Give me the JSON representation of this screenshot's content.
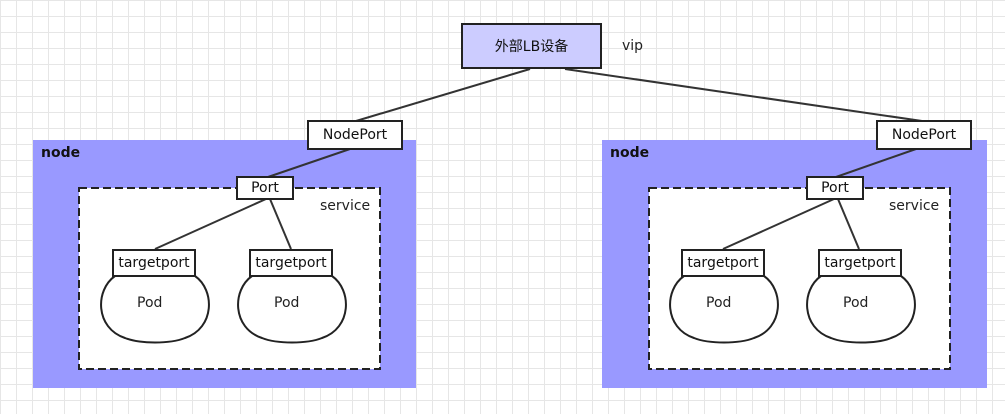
{
  "lb": {
    "label": "外部LB设备",
    "vip_label": "vip"
  },
  "colors": {
    "lb_fill": "#ccccff",
    "node_fill": "#9999ff",
    "grid": "#e6e6e6",
    "line": "#333333"
  },
  "nodes": [
    {
      "title": "node",
      "nodeport_label": "NodePort",
      "service": {
        "label": "service",
        "port_label": "Port",
        "pods": [
          {
            "targetport_label": "targetport",
            "pod_label": "Pod"
          },
          {
            "targetport_label": "targetport",
            "pod_label": "Pod"
          }
        ]
      }
    },
    {
      "title": "node",
      "nodeport_label": "NodePort",
      "service": {
        "label": "service",
        "port_label": "Port",
        "pods": [
          {
            "targetport_label": "targetport",
            "pod_label": "Pod"
          },
          {
            "targetport_label": "targetport",
            "pod_label": "Pod"
          }
        ]
      }
    }
  ]
}
